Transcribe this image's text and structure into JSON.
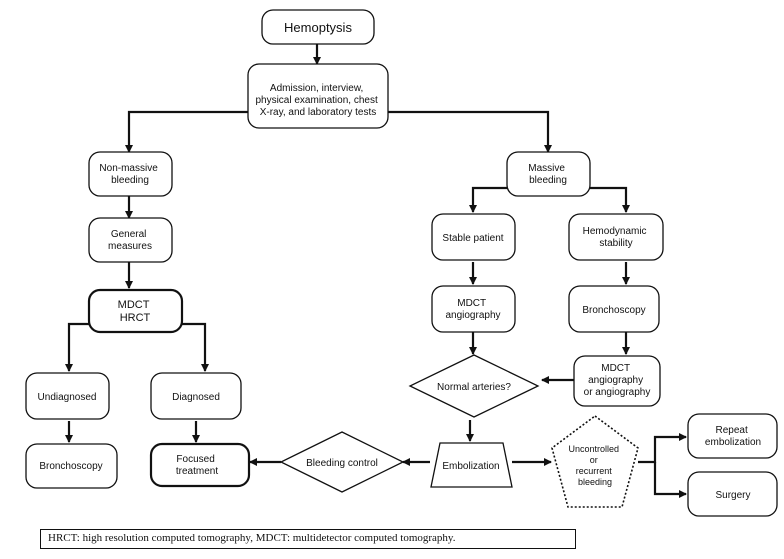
{
  "nodes": {
    "hemoptysis": [
      "Hemoptysis"
    ],
    "admission": [
      "Admission, interview,",
      "physical examination, chest",
      "X-ray, and laboratory tests"
    ],
    "non_massive": [
      "Non-massive",
      "bleeding"
    ],
    "massive": [
      "Massive",
      "bleeding"
    ],
    "general": [
      "General",
      "measures"
    ],
    "mdct_hrct": [
      "MDCT",
      "HRCT"
    ],
    "undiagnosed": [
      "Undiagnosed"
    ],
    "diagnosed": [
      "Diagnosed"
    ],
    "bronchoscopy_left": [
      "Bronchoscopy"
    ],
    "focused": [
      "Focused",
      "treatment"
    ],
    "stable": [
      "Stable patient"
    ],
    "hemodynamic": [
      "Hemodynamic",
      "stability"
    ],
    "mdct_angio": [
      "MDCT",
      "angiography"
    ],
    "bronchoscopy_right": [
      "Bronchoscopy"
    ],
    "mdct_angio_or": [
      "MDCT",
      "angiography",
      "or angiography"
    ],
    "normal_arteries": [
      "Normal arteries?"
    ],
    "embolization": [
      "Embolization"
    ],
    "bleeding_control": [
      "Bleeding control"
    ],
    "uncontrolled": [
      "Uncontrolled",
      "or",
      "recurrent",
      "bleeding"
    ],
    "repeat": [
      "Repeat",
      "embolization"
    ],
    "surgery": [
      "Surgery"
    ]
  },
  "footnote": "HRCT: high resolution computed tomography, MDCT: multidetector computed tomography."
}
